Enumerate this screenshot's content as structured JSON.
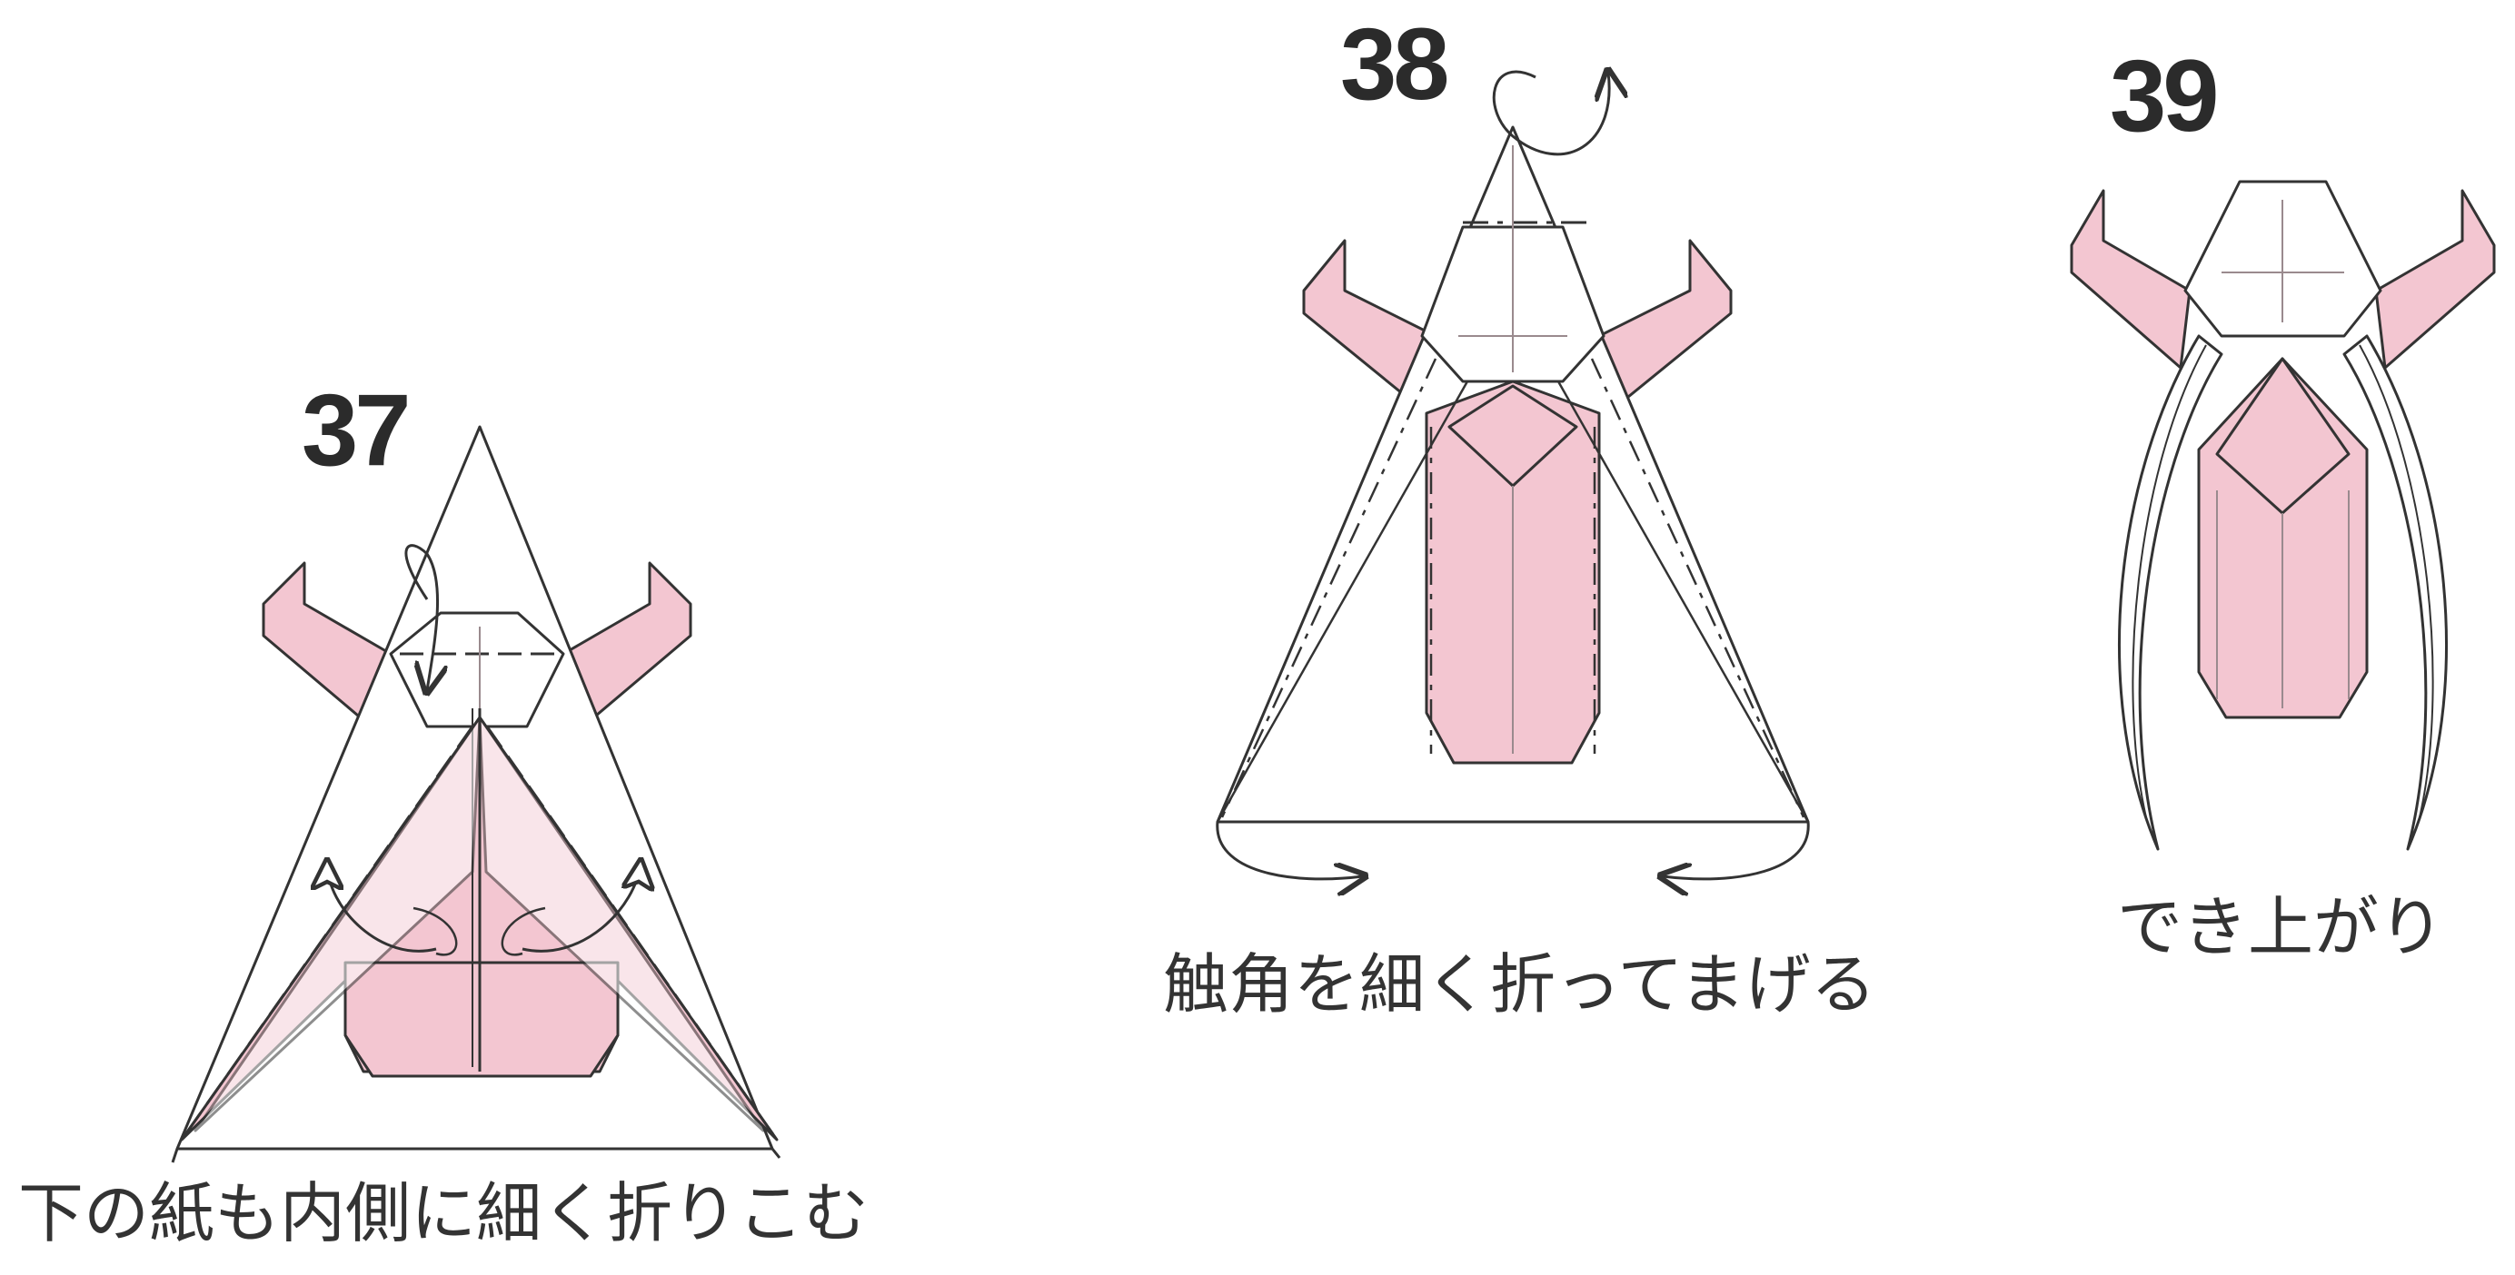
{
  "steps": [
    {
      "number": "37",
      "caption": "下の紙も内側に細く折りこむ"
    },
    {
      "number": "38",
      "caption": "触角を細く折ってまげる"
    },
    {
      "number": "39",
      "caption": "でき上がり"
    }
  ],
  "colors": {
    "paper_pink": "#f3c6d1",
    "paper_white": "#ffffff",
    "line": "#333333",
    "crease": "#9a8a8e"
  }
}
